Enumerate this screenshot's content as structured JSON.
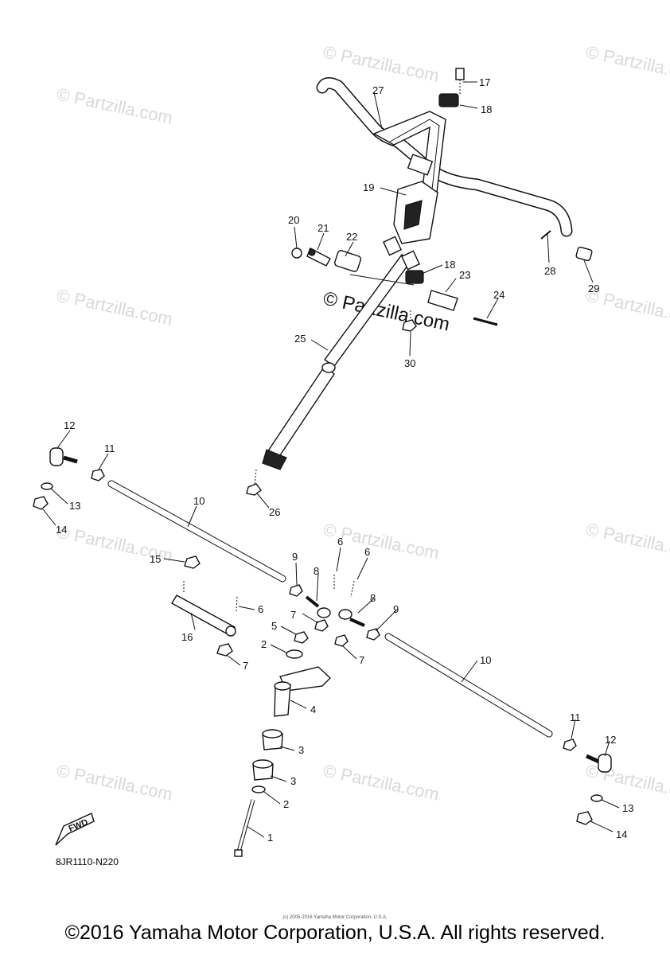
{
  "watermark": "© Partzilla.com",
  "center_watermark": "© Partzilla.com",
  "diagram_code": "8JR1110-N220",
  "fwd_label": "FWD",
  "tiny_copyright": "(c) 2005-2016 Yamaha Motor Corporation, U.S.A.",
  "copyright": "©2016 Yamaha Motor Corporation, U.S.A. All rights reserved.",
  "callouts": {
    "c1": "1",
    "c2a": "2",
    "c2b": "2",
    "c3a": "3",
    "c3b": "3",
    "c4": "4",
    "c5": "5",
    "c6a": "6",
    "c6b": "6",
    "c6c": "6",
    "c7a": "7",
    "c7b": "7",
    "c7c": "7",
    "c8a": "8",
    "c8b": "8",
    "c9a": "9",
    "c9b": "9",
    "c10a": "10",
    "c10b": "10",
    "c11a": "11",
    "c11b": "11",
    "c12a": "12",
    "c12b": "12",
    "c13a": "13",
    "c13b": "13",
    "c14a": "14",
    "c14b": "14",
    "c15": "15",
    "c16": "16",
    "c17": "17",
    "c18a": "18",
    "c18b": "18",
    "c19": "19",
    "c20": "20",
    "c21": "21",
    "c22": "22",
    "c23": "23",
    "c24": "24",
    "c25": "25",
    "c26": "26",
    "c27": "27",
    "c28": "28",
    "c29": "29",
    "c30": "30"
  }
}
